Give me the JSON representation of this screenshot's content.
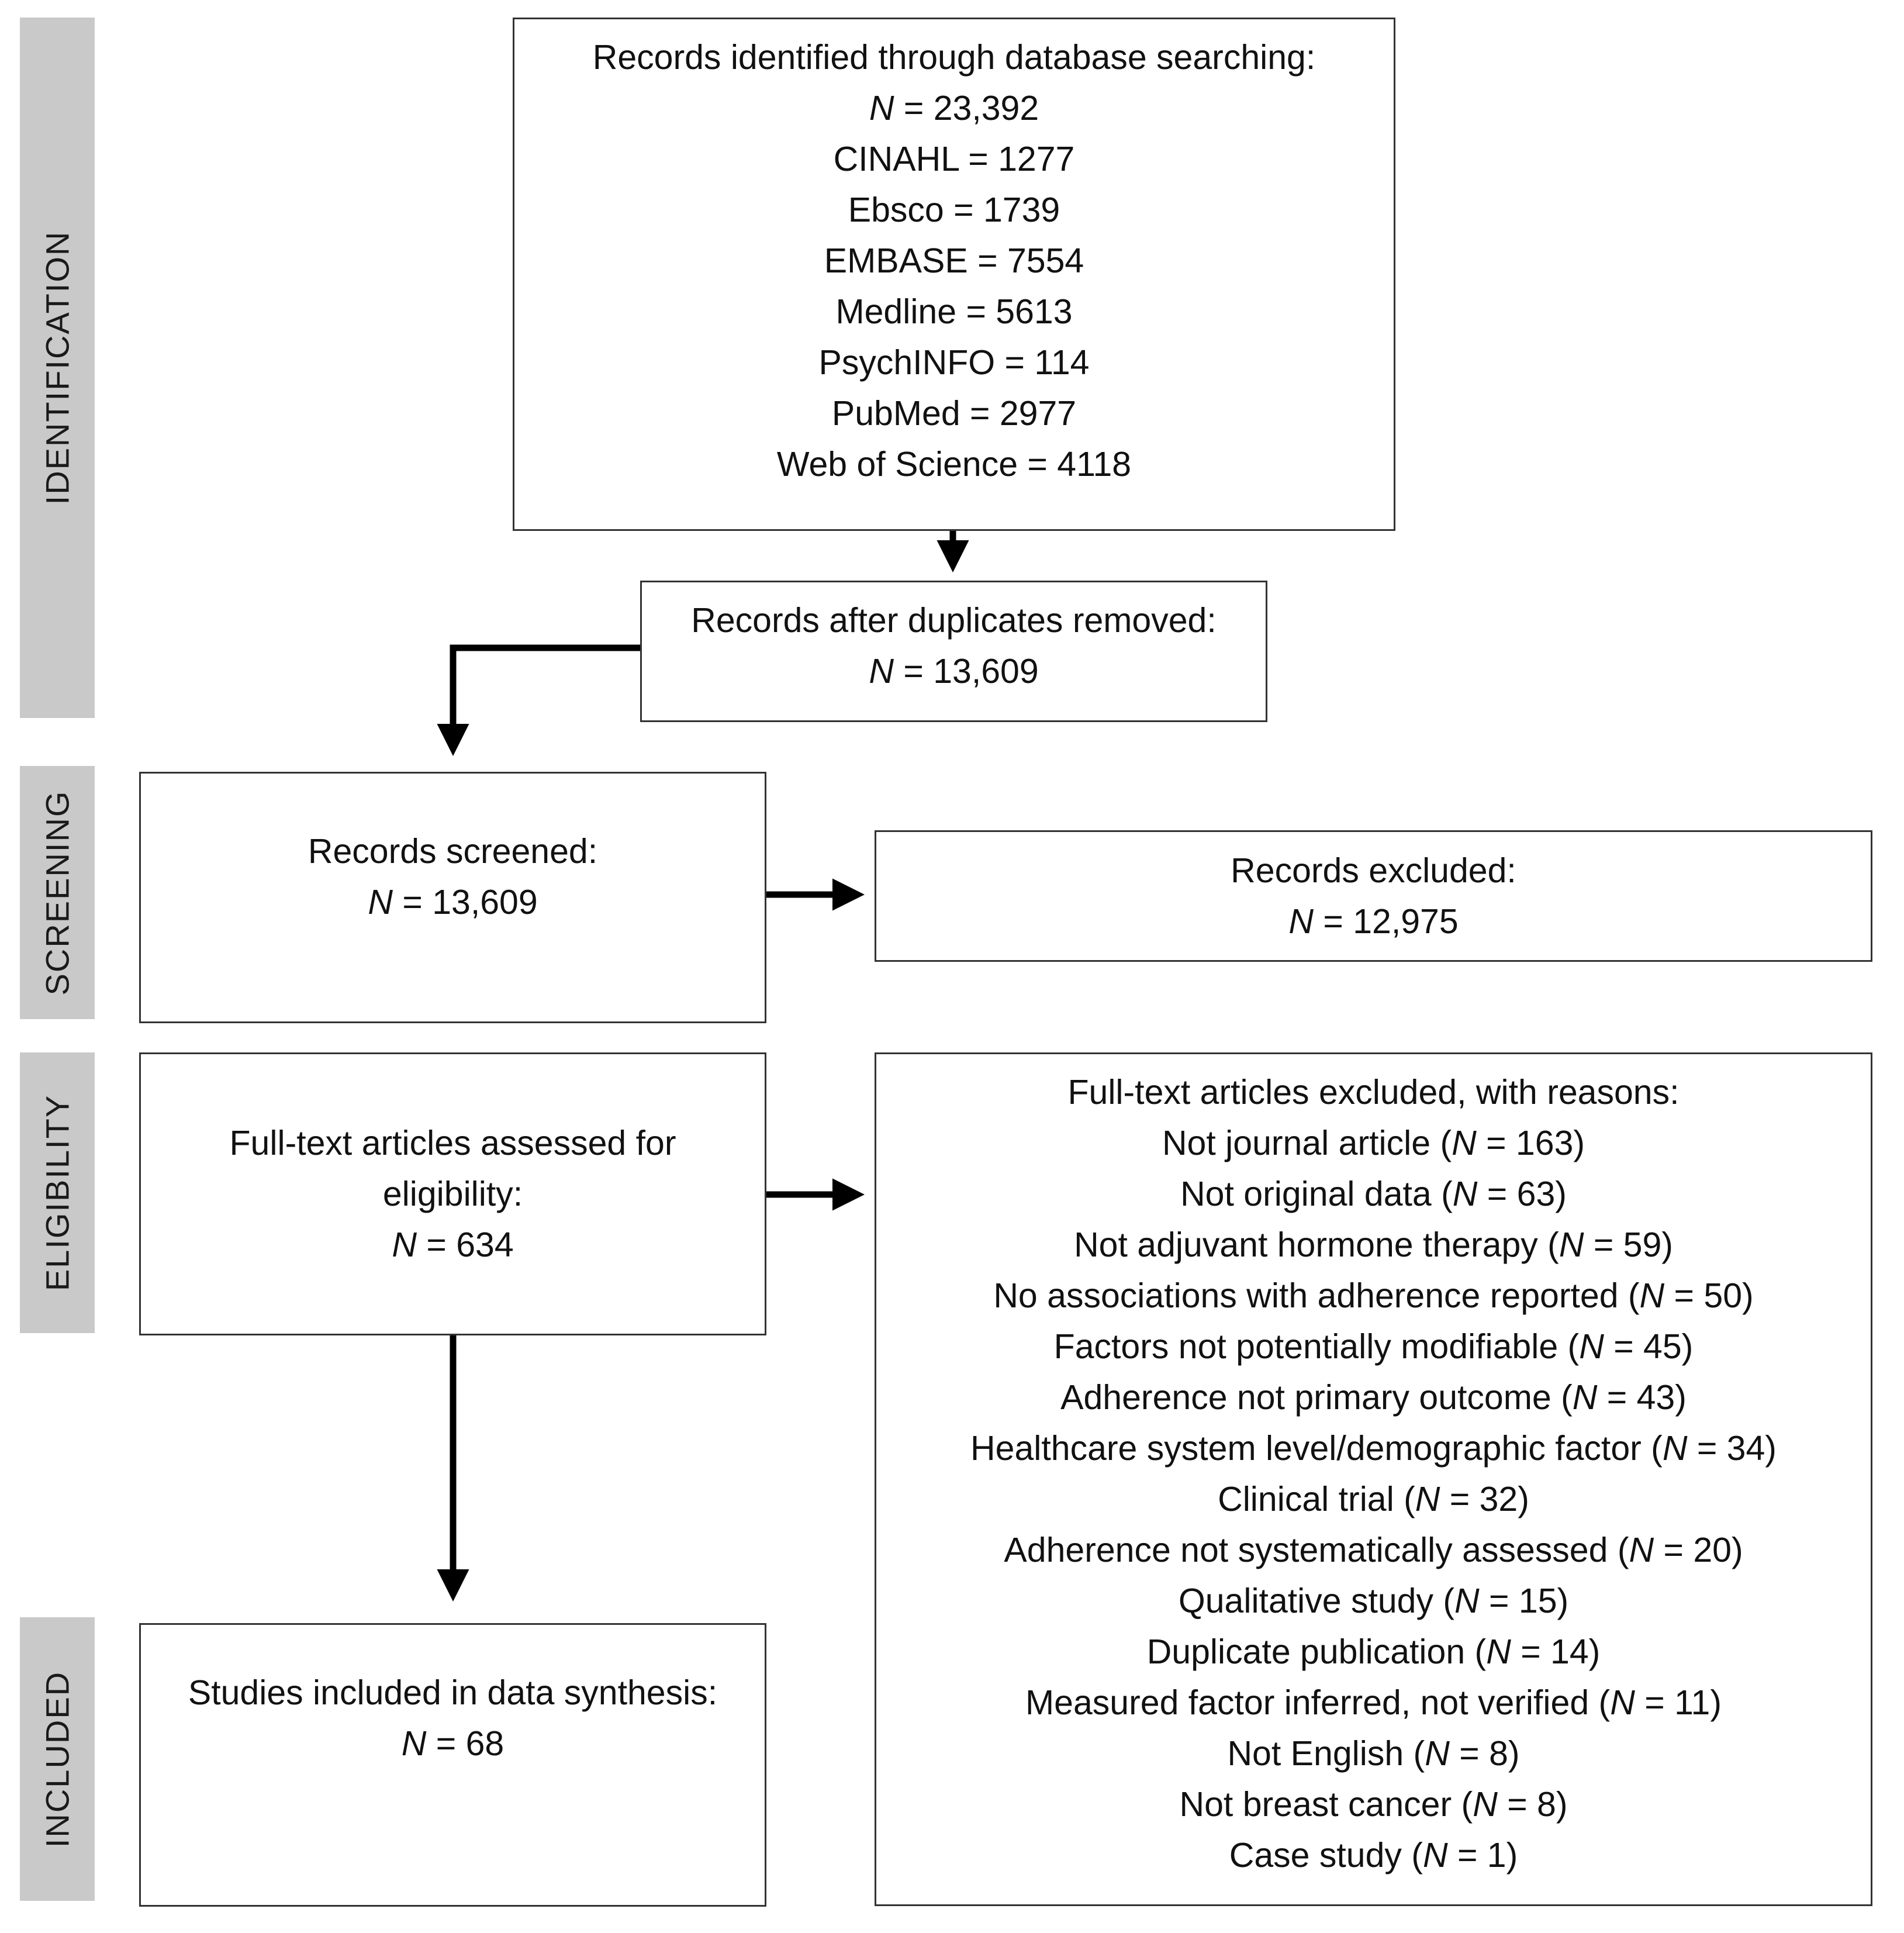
{
  "phases": {
    "identification": "IDENTIFICATION",
    "screening": "SCREENING",
    "eligibility": "ELIGIBILITY",
    "included": "INCLUDED"
  },
  "identified": {
    "title": "Records identified through database searching:",
    "n_label": "N",
    "n_value": " = 23,392",
    "sources": [
      "CINAHL = 1277",
      "Ebsco = 1739",
      "EMBASE = 7554",
      "Medline = 5613",
      "PsychINFO = 114",
      "PubMed = 2977",
      "Web of Science = 4118"
    ]
  },
  "duplicates_removed": {
    "title": "Records after duplicates removed:",
    "n_label": "N",
    "n_value": " = 13,609"
  },
  "screened": {
    "title": "Records screened:",
    "n_label": "N",
    "n_value": " = 13,609"
  },
  "excluded": {
    "title": "Records excluded:",
    "n_label": "N",
    "n_value": " = 12,975"
  },
  "assessed": {
    "title_line1": "Full-text articles assessed for",
    "title_line2": "eligibility:",
    "n_label": "N",
    "n_value": " = 634"
  },
  "fulltext_excluded": {
    "title": "Full-text articles excluded, with reasons:",
    "reasons": [
      {
        "text": "Not journal article (",
        "n_label": "N",
        "n_value": " = 163)"
      },
      {
        "text": "Not original data (",
        "n_label": "N",
        "n_value": " = 63)"
      },
      {
        "text": "Not adjuvant hormone therapy (",
        "n_label": "N",
        "n_value": " = 59)"
      },
      {
        "text": "No associations with adherence reported (",
        "n_label": "N",
        "n_value": " = 50)"
      },
      {
        "text": "Factors not potentially modifiable (",
        "n_label": "N",
        "n_value": " = 45)"
      },
      {
        "text": "Adherence not primary outcome (",
        "n_label": "N",
        "n_value": " = 43)"
      },
      {
        "text": "Healthcare system level/demographic factor (",
        "n_label": "N",
        "n_value": " = 34)"
      },
      {
        "text": "Clinical trial (",
        "n_label": "N",
        "n_value": " = 32)"
      },
      {
        "text": "Adherence not systematically assessed (",
        "n_label": "N",
        "n_value": " = 20)"
      },
      {
        "text": "Qualitative study (",
        "n_label": "N",
        "n_value": " = 15)"
      },
      {
        "text": "Duplicate publication (",
        "n_label": "N",
        "n_value": " = 14)"
      },
      {
        "text": "Measured factor inferred, not verified (",
        "n_label": "N",
        "n_value": " = 11)"
      },
      {
        "text": "Not English (",
        "n_label": "N",
        "n_value": " = 8)"
      },
      {
        "text": "Not breast cancer (",
        "n_label": "N",
        "n_value": " = 8)"
      },
      {
        "text": "Case study (",
        "n_label": "N",
        "n_value": " = 1)"
      }
    ]
  },
  "included": {
    "title": "Studies included in data synthesis:",
    "n_label": "N",
    "n_value": " = 68"
  }
}
